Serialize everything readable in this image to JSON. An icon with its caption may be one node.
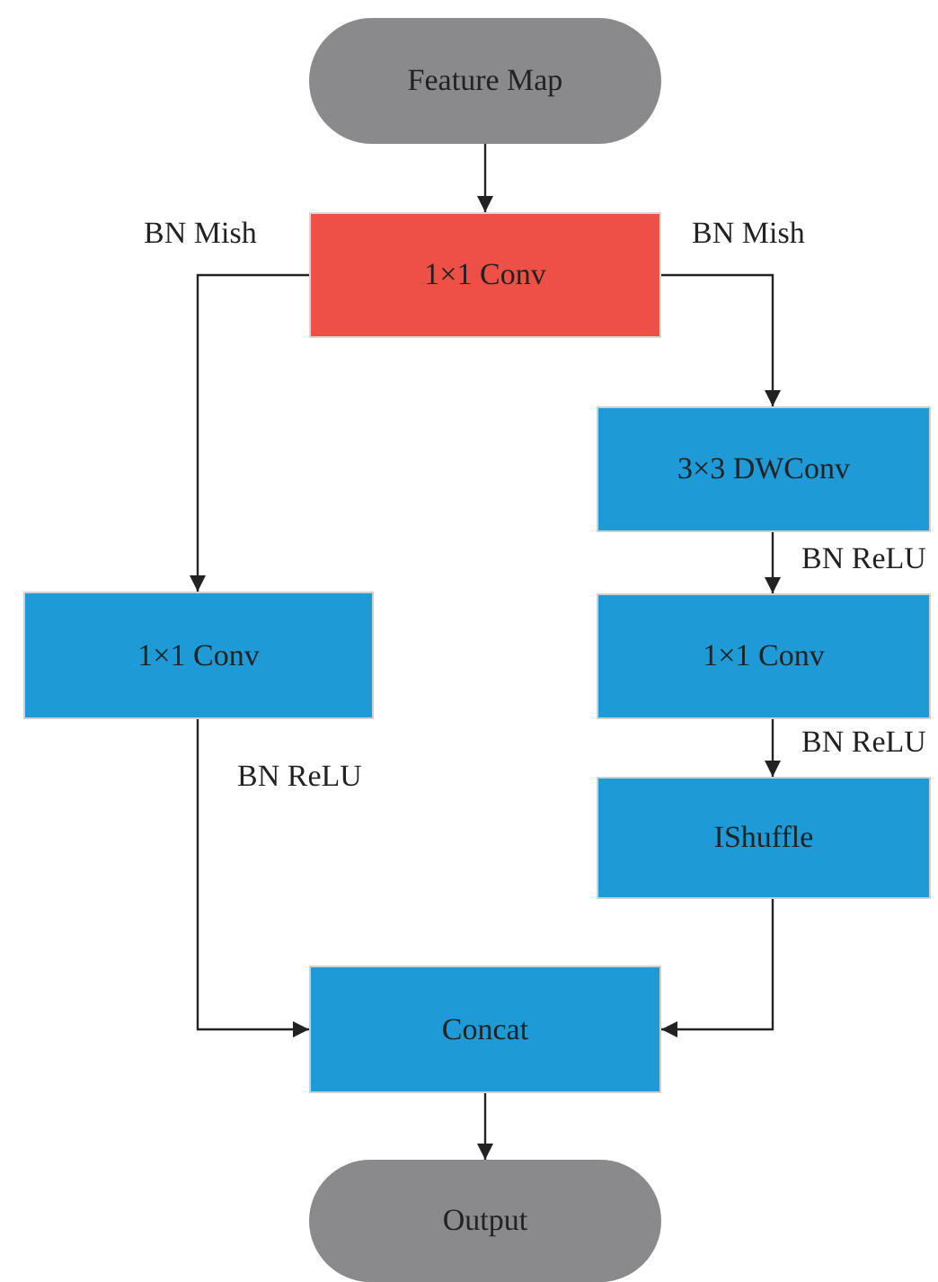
{
  "diagram": {
    "nodes": [
      {
        "text": [
          "Feature Map"
        ]
      },
      {
        "text": [
          "1×1 Conv"
        ]
      },
      {
        "text": [
          "1×1 Conv"
        ]
      },
      {
        "text": [
          "3×3 DWConv"
        ]
      },
      {
        "text": [
          "1×1 Conv"
        ]
      },
      {
        "text": [
          "IShuffle"
        ]
      },
      {
        "text": [
          "Concat"
        ]
      },
      {
        "text": [
          "Output"
        ]
      }
    ],
    "edges": [
      {
        "from": 0,
        "to": 1,
        "arrow": "to"
      },
      {
        "from": 1,
        "to": 2,
        "arrow": "to",
        "label": "BN Mish"
      },
      {
        "from": 1,
        "to": 3,
        "arrow": "to",
        "label": "BN Mish"
      },
      {
        "from": 3,
        "to": 4,
        "arrow": "to",
        "label": "BN ReLU"
      },
      {
        "from": 4,
        "to": 5,
        "arrow": "to",
        "label": "BN ReLU"
      },
      {
        "from": 2,
        "to": 6,
        "arrow": "to",
        "label": "BN ReLU"
      },
      {
        "from": 5,
        "to": 6,
        "arrow": "to"
      },
      {
        "from": 6,
        "to": 7,
        "arrow": "to"
      }
    ]
  }
}
